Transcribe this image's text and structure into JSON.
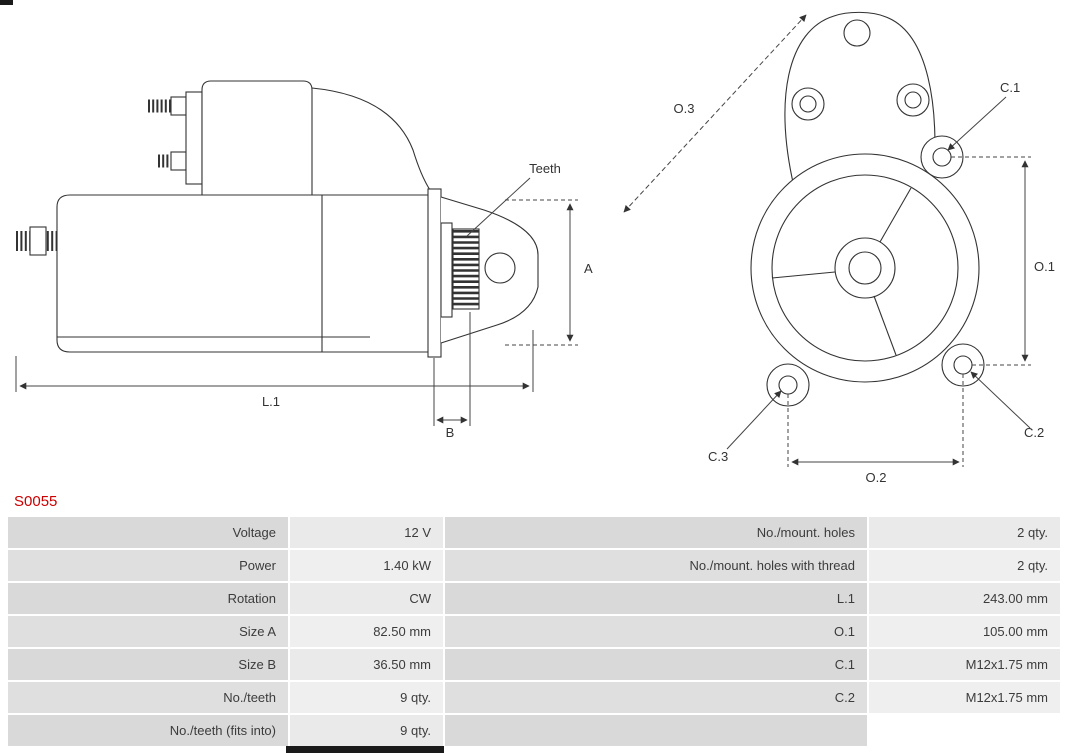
{
  "part_number": "S0055",
  "colors": {
    "part_number_red": "#cc0000",
    "label_cell_bg": "#d9d9d9",
    "value_cell_bg": "#eaeaea",
    "line_color": "#333333"
  },
  "diagram": {
    "side_view": {
      "teeth_label": "Teeth",
      "dim_a": "A",
      "dim_b": "B",
      "dim_l1": "L.1"
    },
    "front_view": {
      "dim_o1": "O.1",
      "dim_o2": "O.2",
      "dim_o3": "O.3",
      "dim_c1": "C.1",
      "dim_c2": "C.2",
      "dim_c3": "C.3"
    }
  },
  "spec_table": {
    "rows": [
      {
        "l1": "Voltage",
        "v1": "12 V",
        "l2": "No./mount. holes",
        "v2": "2 qty."
      },
      {
        "l1": "Power",
        "v1": "1.40 kW",
        "l2": "No./mount. holes with thread",
        "v2": "2 qty."
      },
      {
        "l1": "Rotation",
        "v1": "CW",
        "l2": "L.1",
        "v2": "243.00 mm"
      },
      {
        "l1": "Size A",
        "v1": "82.50 mm",
        "l2": "O.1",
        "v2": "105.00 mm"
      },
      {
        "l1": "Size B",
        "v1": "36.50 mm",
        "l2": "C.1",
        "v2": "M12x1.75 mm"
      },
      {
        "l1": "No./teeth",
        "v1": "9 qty.",
        "l2": "C.2",
        "v2": "M12x1.75 mm"
      },
      {
        "l1": "No./teeth (fits into)",
        "v1": "9 qty.",
        "l2": "",
        "v2": ""
      }
    ]
  }
}
